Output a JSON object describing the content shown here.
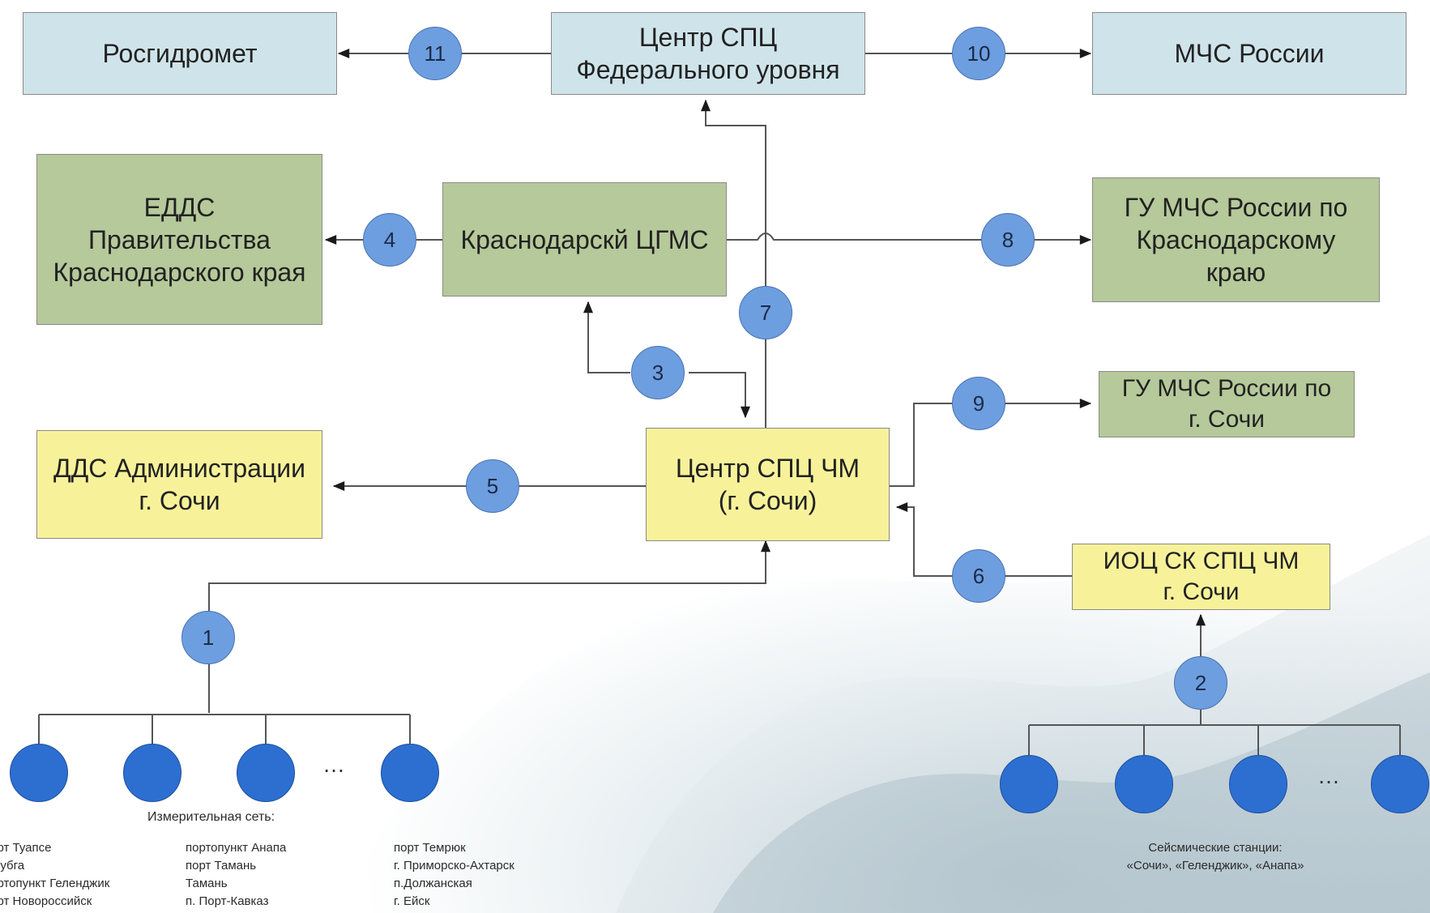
{
  "boxes": {
    "rosgidromet": "Росгидромет",
    "center_fed": "Центр СПЦ\nФедерального уровня",
    "mchs_russia": "МЧС России",
    "edds": "ЕДДС\nПравительства\nКраснодарского края",
    "krasnodar_cgms": "Краснодарскй ЦГМС",
    "gu_mchs_krasnodar": "ГУ МЧС России по\nКраснодарскому\nкраю",
    "gu_mchs_sochi": "ГУ МЧС России по\nг. Сочи",
    "dds_sochi": "ДДС Администрации\nг. Сочи",
    "center_spc_chm": "Центр СПЦ ЧМ\n(г. Сочи)",
    "ioc_sk": "ИОЦ СК СПЦ ЧМ\nг. Сочи"
  },
  "badges": {
    "b1": "1",
    "b2": "2",
    "b3": "3",
    "b4": "4",
    "b5": "5",
    "b6": "6",
    "b7": "7",
    "b8": "8",
    "b9": "9",
    "b10": "10",
    "b11": "11"
  },
  "ellipsis": "…",
  "measurement": {
    "title": "Измерительная сеть:",
    "col1": [
      "порт Туапсе",
      "Джубга",
      "портопункт Геленджик",
      "порт Новороссийск"
    ],
    "col2": [
      "портопункт Анапа",
      "порт Тамань",
      "Тамань",
      "п. Порт-Кавказ"
    ],
    "col3": [
      "порт Темрюк",
      "г. Приморско-Ахтарск",
      "п.Должанская",
      "г. Ейск"
    ]
  },
  "seismic": {
    "title": "Сейсмические станции:",
    "names": "«Сочи», «Геленджик», «Анапа»"
  },
  "colors": {
    "blue_box": "#cfe4ea",
    "green_box": "#b6c99a",
    "yellow_box": "#f7f29a",
    "badge": "#6d9ee0",
    "node": "#2c6fd1"
  }
}
